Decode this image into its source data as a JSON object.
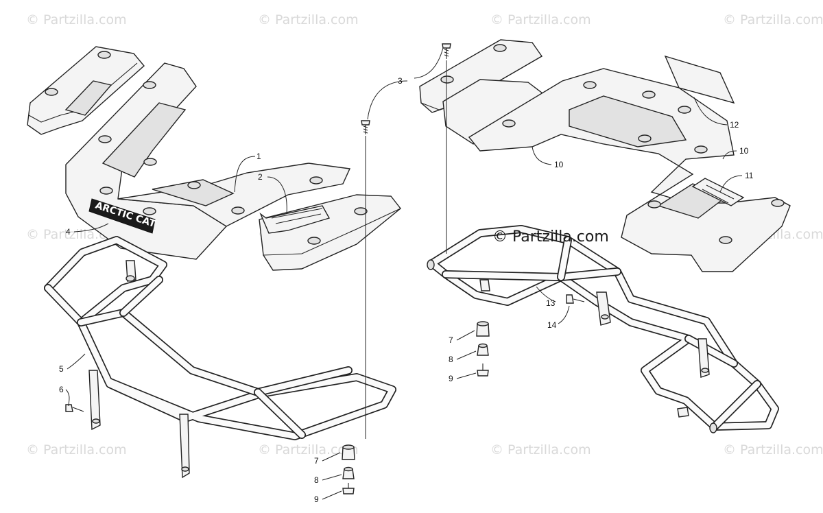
{
  "watermark": "© Partzilla.com",
  "center_watermark": "© Partzilla.com",
  "brand_label": "ARCTIC CAT",
  "callouts": {
    "c1": "1",
    "c2": "2",
    "c3": "3",
    "c4": "4",
    "c5": "5",
    "c6": "6",
    "c7a": "7",
    "c8a": "8",
    "c9a": "9",
    "c7b": "7",
    "c8b": "8",
    "c9b": "9",
    "c10a": "10",
    "c10b": "10",
    "c11": "11",
    "c12": "12",
    "c13": "13",
    "c14": "14"
  }
}
